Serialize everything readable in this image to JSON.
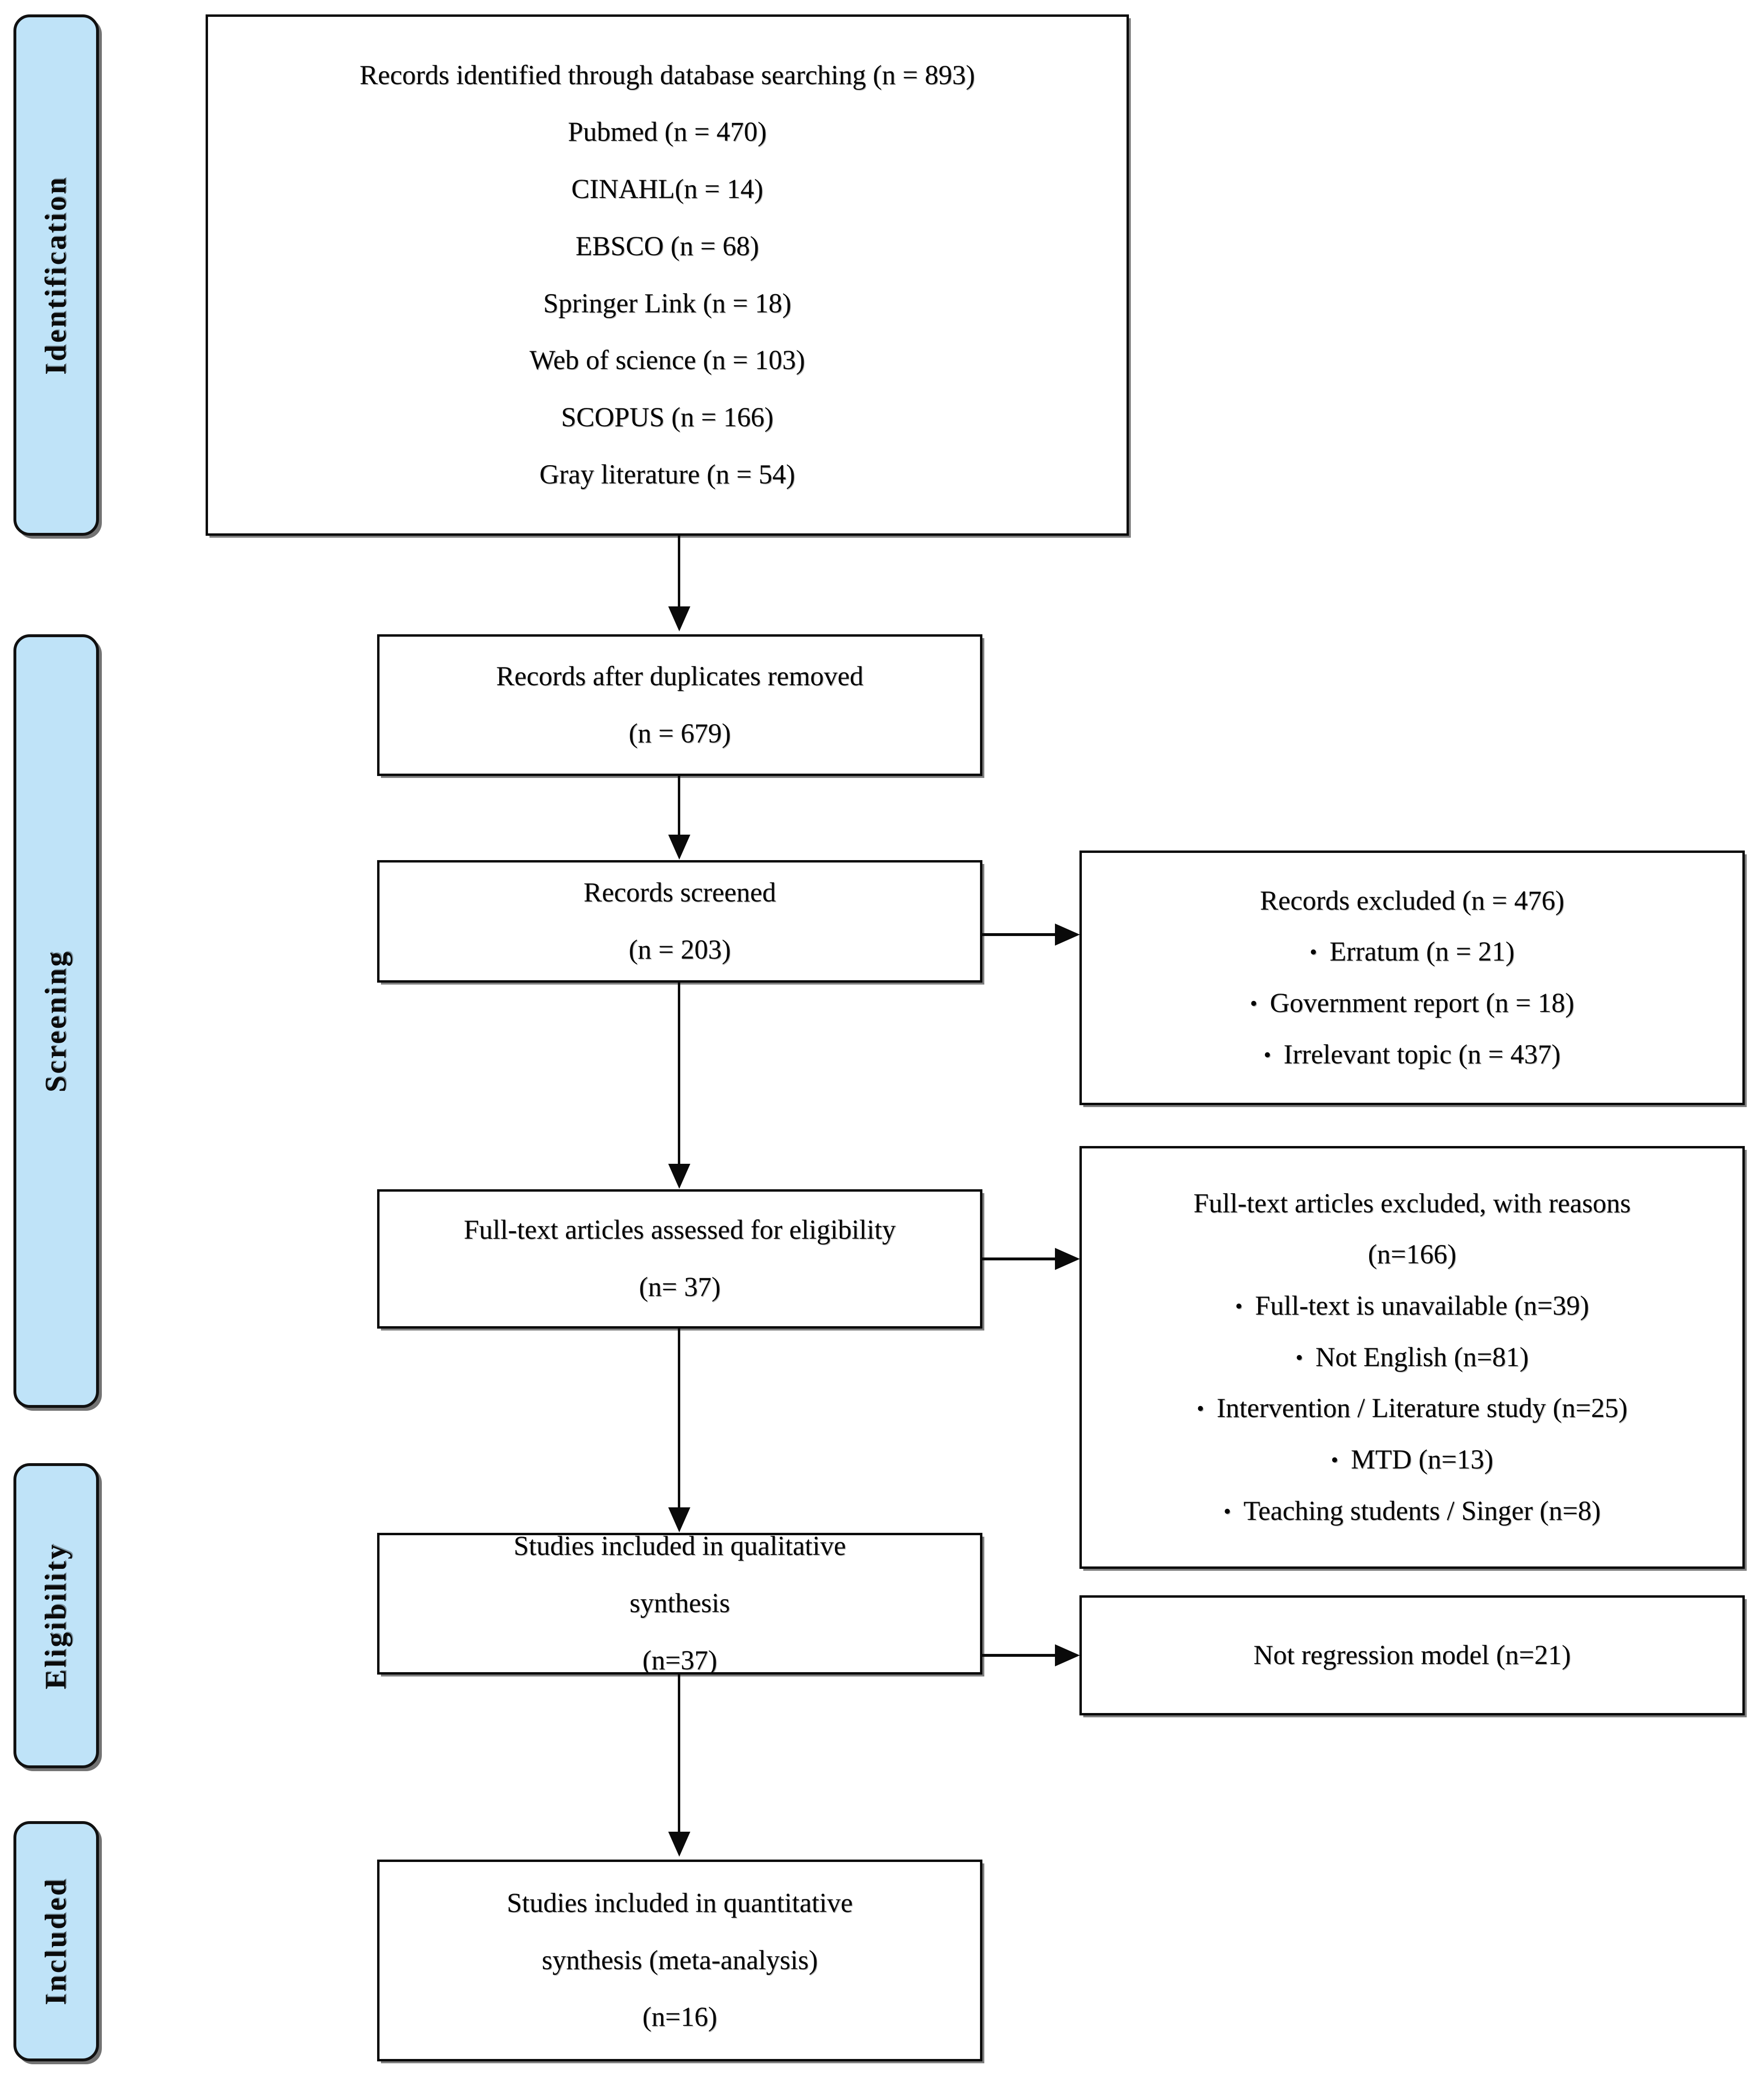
{
  "diagram": {
    "type": "prisma-flow-diagram",
    "accent_color": "#bfe3f8",
    "border_color": "#0a0a0a",
    "background_color": "#ffffff"
  },
  "stages": [
    {
      "label": "Identification"
    },
    {
      "label": "Screening"
    },
    {
      "label": "Eligibility"
    },
    {
      "label": "Included"
    }
  ],
  "boxes": {
    "identification": {
      "lines": [
        "Records identified through database searching (n = 893)",
        "Pubmed (n = 470)",
        "CINAHL(n = 14)",
        "EBSCO (n = 68)",
        "Springer Link (n = 18)",
        "Web of science (n = 103)",
        "SCOPUS (n = 166)",
        "Gray literature (n = 54)"
      ]
    },
    "duplicates_removed": {
      "lines": [
        "Records after duplicates removed",
        "(n = 679)"
      ]
    },
    "records_screened": {
      "lines": [
        "Records screened",
        "(n = 203)"
      ]
    },
    "records_excluded": {
      "title": "Records excluded (n = 476)",
      "bullets": [
        "Erratum (n = 21)",
        "Government report (n = 18)",
        "Irrelevant topic (n = 437)"
      ]
    },
    "fulltext_assessed": {
      "lines": [
        "Full-text articles assessed for eligibility",
        "(n= 37)"
      ]
    },
    "fulltext_excluded": {
      "title": "Full-text articles excluded, with reasons",
      "count": "(n=166)",
      "bullets": [
        "Full-text is unavailable (n=39)",
        "Not English (n=81)",
        "Intervention / Literature study (n=25)",
        "MTD (n=13)",
        "Teaching students / Singer (n=8)"
      ]
    },
    "qualitative_synthesis": {
      "lines": [
        "Studies included in qualitative",
        "synthesis",
        "(n=37)"
      ]
    },
    "not_regression_model": {
      "lines": [
        "Not regression model (n=21)"
      ]
    },
    "quantitative_synthesis": {
      "lines": [
        "Studies included in quantitative",
        "synthesis (meta-analysis)",
        "(n=16)"
      ]
    }
  }
}
